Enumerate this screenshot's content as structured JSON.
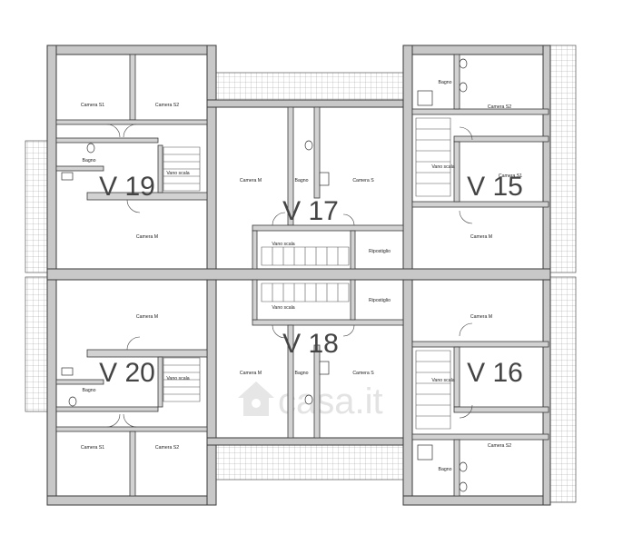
{
  "watermark": {
    "text": "casa.it",
    "icon": "house-icon"
  },
  "units": [
    {
      "id": "v19",
      "label": "V 19"
    },
    {
      "id": "v17",
      "label": "V 17"
    },
    {
      "id": "v15",
      "label": "V 15"
    },
    {
      "id": "v20",
      "label": "V 20"
    },
    {
      "id": "v18",
      "label": "V 18"
    },
    {
      "id": "v16",
      "label": "V 16"
    }
  ],
  "rooms": {
    "camera_s1": "Camera S1",
    "camera_s2": "Camera S2",
    "camera_m": "Camera M",
    "camera_s": "Camera S",
    "bagno": "Bagno",
    "vano_scala": "Vano scala",
    "ripostiglio": "Ripostiglio"
  },
  "colors": {
    "wall": "#c8c8c8",
    "outline": "#3a3a3a",
    "unit_label": "#444444",
    "watermark": "#e3e3e3"
  }
}
